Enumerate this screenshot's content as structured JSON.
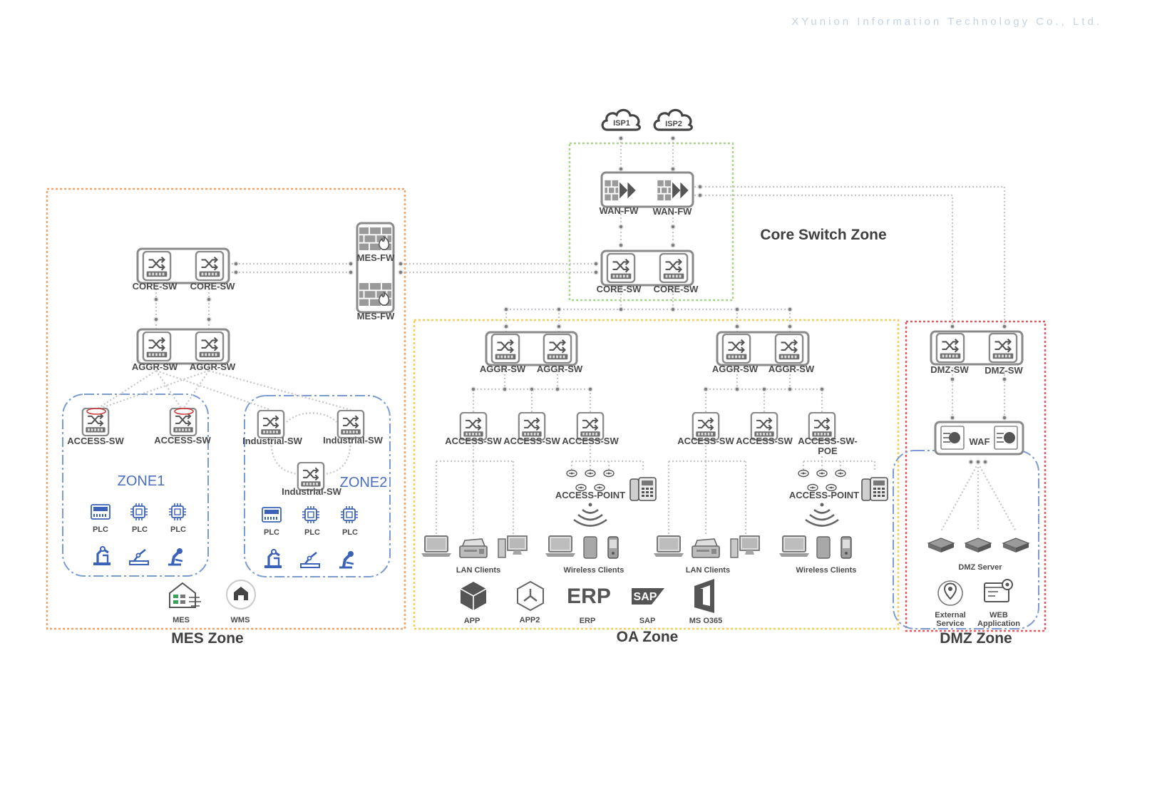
{
  "company": "XYunion Information Technology Co., Ltd.",
  "colors": {
    "mes_zone": "#f0a46a",
    "core_zone": "#a8d68a",
    "oa_zone": "#f7cd55",
    "dmz_zone": "#e8585e",
    "subzone": "#7a9bd4",
    "device": "#8a8a8a",
    "icon_blue": "#3a62b8"
  },
  "zones": {
    "mes": "MES Zone",
    "core": "Core Switch Zone",
    "oa": "OA Zone",
    "dmz": "DMZ Zone",
    "zone1": "ZONE1",
    "zone2": "ZONE2"
  },
  "clouds": [
    "ISP1",
    "ISP2"
  ],
  "wan_fw": [
    "WAN-FW",
    "WAN-FW"
  ],
  "core_sw": [
    "CORE-SW",
    "CORE-SW"
  ],
  "mes": {
    "core_sw": [
      "CORE-SW",
      "CORE-SW"
    ],
    "aggr_sw": [
      "AGGR-SW",
      "AGGR-SW"
    ],
    "fw": [
      "MES-FW",
      "MES-FW"
    ],
    "access_sw": [
      "ACCESS-SW",
      "ACCESS-SW"
    ],
    "industrial_sw": [
      "Industrial-SW",
      "Industrial-SW",
      "Industrial-SW"
    ],
    "plc": [
      "PLC",
      "PLC",
      "PLC",
      "PLC",
      "PLC",
      "PLC"
    ],
    "apps": [
      "MES",
      "WMS"
    ]
  },
  "oa": {
    "aggr_sw": [
      "AGGR-SW",
      "AGGR-SW",
      "AGGR-SW",
      "AGGR-SW"
    ],
    "access_sw": [
      "ACCESS-SW",
      "ACCESS-SW",
      "ACCESS-SW",
      "ACCESS-SW",
      "ACCESS-SW",
      "ACCESS-SW-POE"
    ],
    "access_point": [
      "ACCESS-POINT",
      "ACCESS-POINT"
    ],
    "clients": [
      "LAN Clients",
      "Wireless Clients",
      "LAN Clients",
      "Wireless Clients"
    ],
    "apps": [
      "APP",
      "APP2",
      "ERP",
      "SAP",
      "MS O365"
    ],
    "erp_logo": "ERP",
    "sap_logo": "SAP"
  },
  "dmz": {
    "sw": [
      "DMZ-SW",
      "DMZ-SW"
    ],
    "waf": "WAF",
    "server": "DMZ Server",
    "services": [
      "External Service",
      "WEB Application"
    ]
  }
}
